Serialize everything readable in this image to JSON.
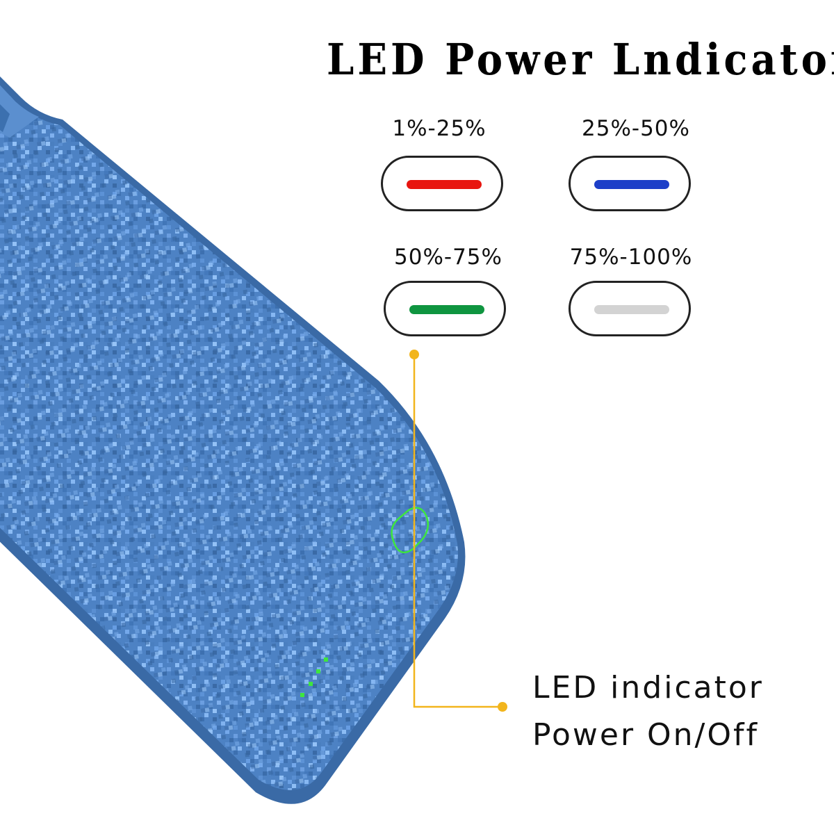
{
  "title": "LED Power Lndicator",
  "indicators": [
    {
      "label": "1%-25%",
      "color": "#e8150f"
    },
    {
      "label": "25%-50%",
      "color": "#1d3fc8"
    },
    {
      "label": "50%-75%",
      "color": "#0f9540"
    },
    {
      "label": "75%-100%",
      "color": "#d3d3d3"
    }
  ],
  "callout": {
    "line1": "LED indicator",
    "line2": "Power On/Off",
    "line_color": "#f2b51c"
  },
  "device": {
    "body_color": "#4d82c4",
    "led_color": "#3ee63e"
  }
}
